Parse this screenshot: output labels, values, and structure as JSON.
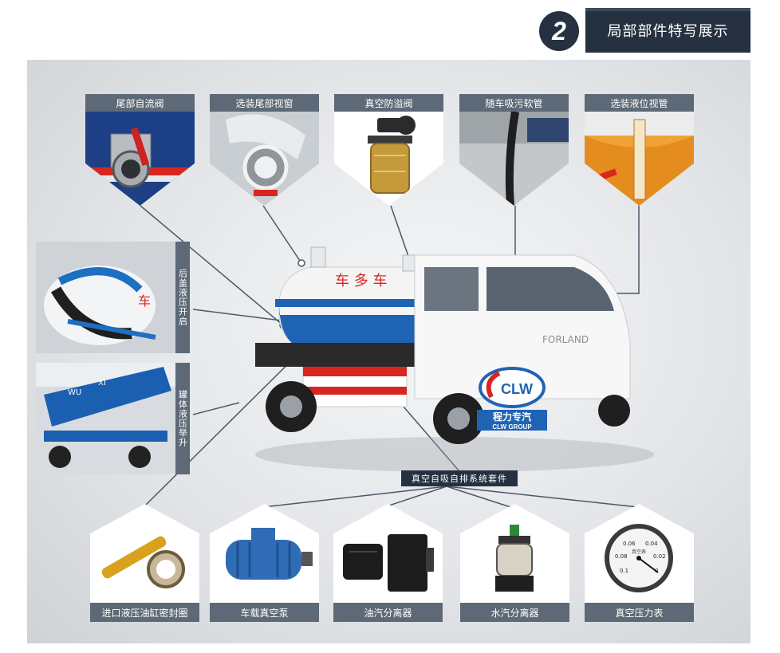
{
  "header": {
    "badge_number": "2",
    "title": "局部部件特写展示"
  },
  "top_parts": [
    {
      "label": "尾部自流阀",
      "icon": "tail-gravity-valve-photo"
    },
    {
      "label": "选装尾部视窗",
      "icon": "rear-sight-window-photo"
    },
    {
      "label": "真空防溢阀",
      "icon": "vacuum-overflow-valve-photo"
    },
    {
      "label": "随车吸污软管",
      "icon": "suction-hose-photo"
    },
    {
      "label": "选装液位视管",
      "icon": "level-sight-tube-photo"
    }
  ],
  "side_parts": [
    {
      "label": "后盖液压开启",
      "icon": "rear-cover-hydraulic-photo"
    },
    {
      "label": "罐体液压举升",
      "icon": "tank-hydraulic-lift-photo"
    }
  ],
  "kit_label": "真空自吸自排系统套件",
  "bottom_parts": [
    {
      "label": "进口液压油缸密封圈",
      "icon": "hydraulic-cylinder-seal-photo"
    },
    {
      "label": "车载真空泵",
      "icon": "vacuum-pump-photo"
    },
    {
      "label": "油汽分离器",
      "icon": "oil-gas-separator-photo"
    },
    {
      "label": "水汽分离器",
      "icon": "water-gas-separator-photo"
    },
    {
      "label": "真空压力表",
      "icon": "vacuum-gauge-photo"
    }
  ],
  "logo": {
    "mark": "CLW",
    "cn_name": "程力专汽",
    "en_name": "CLW GROUP"
  },
  "truck": {
    "brand_text": "FORLAND",
    "tank_text": "车 多 车"
  },
  "gauge": {
    "ticks": [
      "0.06",
      "0.04",
      "0.08",
      "0.02",
      "0.1",
      "0"
    ],
    "caption": "真空表"
  },
  "colors": {
    "navy": "#253140",
    "label_gray": "#5d6976",
    "tank_blue": "#1f63b5",
    "accent_red": "#d8261f",
    "brass": "#c59a3a"
  }
}
